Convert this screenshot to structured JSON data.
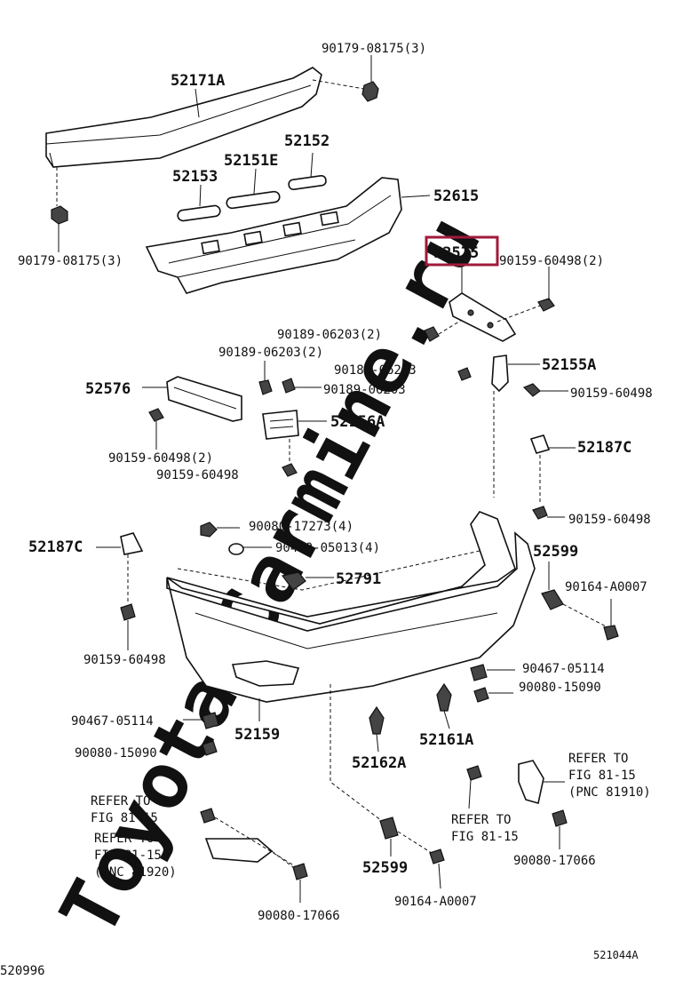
{
  "watermark": "Toyota-Carmine.ru",
  "highlight_color": "#a11a3a",
  "labels": {
    "p_52171A": "52171A",
    "p_90179_top": "90179-08175(3)",
    "p_52152": "52152",
    "p_52151E": "52151E",
    "p_52153": "52153",
    "p_52615": "52615",
    "p_90179_left": "90179-08175(3)",
    "p_52575": "52575",
    "p_90159_a": "90159-60498(2)",
    "p_90189_a": "90189-06203(2)",
    "p_90189_b": "90189-06203(2)",
    "p_90189_c": "90189-06203",
    "p_52155A": "52155A",
    "p_52576": "52576",
    "p_90189_d": "90189-06203",
    "p_90159_b": "90159-60498",
    "p_52156A": "52156A",
    "p_90159_c": "90159-60498(2)",
    "p_90159_d": "90159-60498",
    "p_52187C_r": "52187C",
    "p_90080_a": "90080-17273(4)",
    "p_90430": "90430-05013(4)",
    "p_90159_e": "90159-60498",
    "p_52187C_l": "52187C",
    "p_52599_r": "52599",
    "p_52791": "52791",
    "p_90164_a": "90164-A0007",
    "p_90159_f": "90159-60498",
    "p_90467_r": "90467-05114",
    "p_90080_b": "90080-15090",
    "p_90467_l": "90467-05114",
    "p_52159": "52159",
    "p_52161A": "52161A",
    "p_90080_c": "90080-15090",
    "p_52162A": "52162A",
    "ref_r_1": "REFER TO",
    "ref_r_2": "FIG 81-15",
    "ref_r_3": "(PNC 81910)",
    "ref_l_1": "REFER TO",
    "ref_l_2": "FIG 81-15",
    "ref_m_1": "REFER TO",
    "ref_m_2": "FIG 81-15",
    "ref_ll_1": "REFER TO",
    "ref_ll_2": "FIG 81-15",
    "ref_ll_3": "(PNC 81920)",
    "p_52599_b": "52599",
    "p_90080_d": "90080-17066",
    "p_90164_b": "90164-A0007",
    "p_90080_e": "90080-17066",
    "code_left": "520996",
    "code_right": "521044A"
  }
}
